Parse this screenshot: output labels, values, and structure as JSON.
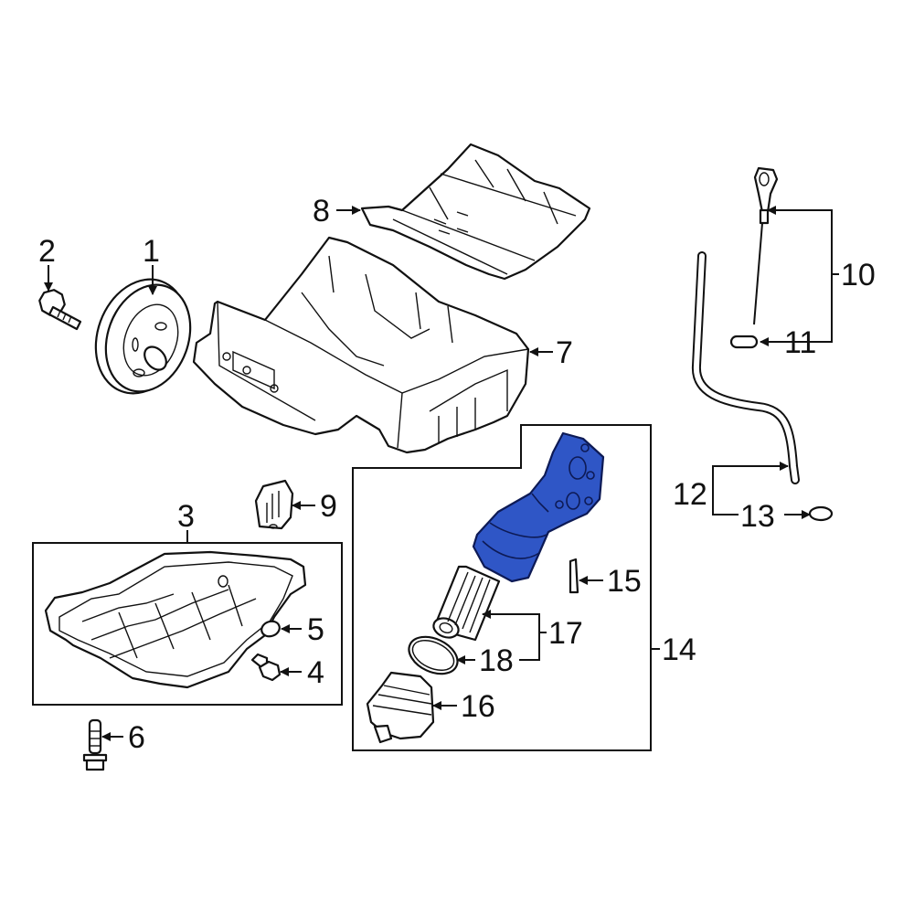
{
  "diagram": {
    "type": "exploded-parts-diagram",
    "subject": "Engine oil pan, oil filter housing and dipstick assembly",
    "highlight_color": "#2f56c6",
    "highlighted_part": "14",
    "callouts": [
      {
        "id": "1",
        "label": "1",
        "part": "crankshaft-pulley"
      },
      {
        "id": "2",
        "label": "2",
        "part": "pulley-bolt"
      },
      {
        "id": "3",
        "label": "3",
        "part": "lower-oil-pan"
      },
      {
        "id": "4",
        "label": "4",
        "part": "drain-plug"
      },
      {
        "id": "5",
        "label": "5",
        "part": "drain-plug-gasket"
      },
      {
        "id": "6",
        "label": "6",
        "part": "oil-pan-bolt"
      },
      {
        "id": "7",
        "label": "7",
        "part": "upper-oil-pan"
      },
      {
        "id": "8",
        "label": "8",
        "part": "baffle-plate"
      },
      {
        "id": "9",
        "label": "9",
        "part": "bracket"
      },
      {
        "id": "10",
        "label": "10",
        "part": "oil-dipstick"
      },
      {
        "id": "11",
        "label": "11",
        "part": "dipstick-seal"
      },
      {
        "id": "12",
        "label": "12",
        "part": "dipstick-tube"
      },
      {
        "id": "13",
        "label": "13",
        "part": "tube-o-ring"
      },
      {
        "id": "14",
        "label": "14",
        "part": "oil-filter-housing-assembly"
      },
      {
        "id": "15",
        "label": "15",
        "part": "clip"
      },
      {
        "id": "16",
        "label": "16",
        "part": "filter-cap"
      },
      {
        "id": "17",
        "label": "17",
        "part": "oil-filter-element"
      },
      {
        "id": "18",
        "label": "18",
        "part": "cap-o-ring"
      }
    ]
  }
}
